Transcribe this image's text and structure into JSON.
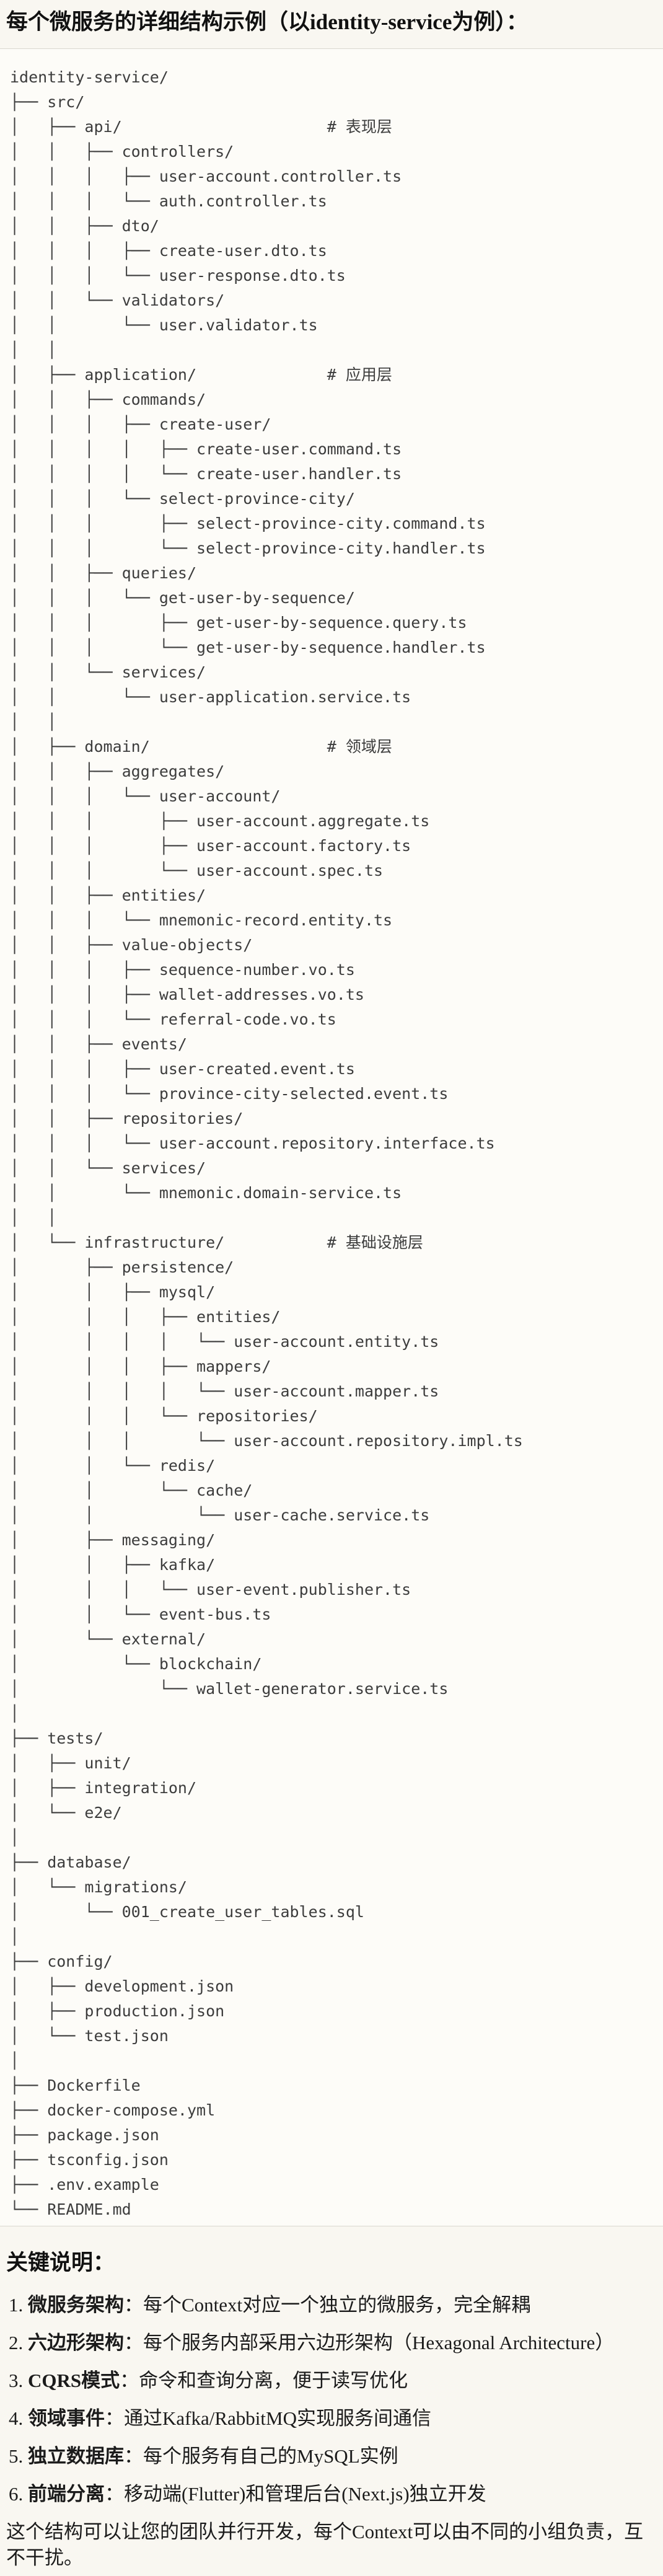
{
  "title": "每个微服务的详细结构示例（以identity-service为例）：",
  "tree": {
    "lines": [
      "identity-service/",
      "├── src/",
      "│   ├── api/                      # 表现层",
      "│   │   ├── controllers/",
      "│   │   │   ├── user-account.controller.ts",
      "│   │   │   └── auth.controller.ts",
      "│   │   ├── dto/",
      "│   │   │   ├── create-user.dto.ts",
      "│   │   │   └── user-response.dto.ts",
      "│   │   └── validators/",
      "│   │       └── user.validator.ts",
      "│   │",
      "│   ├── application/              # 应用层",
      "│   │   ├── commands/",
      "│   │   │   ├── create-user/",
      "│   │   │   │   ├── create-user.command.ts",
      "│   │   │   │   └── create-user.handler.ts",
      "│   │   │   └── select-province-city/",
      "│   │   │       ├── select-province-city.command.ts",
      "│   │   │       └── select-province-city.handler.ts",
      "│   │   ├── queries/",
      "│   │   │   └── get-user-by-sequence/",
      "│   │   │       ├── get-user-by-sequence.query.ts",
      "│   │   │       └── get-user-by-sequence.handler.ts",
      "│   │   └── services/",
      "│   │       └── user-application.service.ts",
      "│   │",
      "│   ├── domain/                   # 领域层",
      "│   │   ├── aggregates/",
      "│   │   │   └── user-account/",
      "│   │   │       ├── user-account.aggregate.ts",
      "│   │   │       ├── user-account.factory.ts",
      "│   │   │       └── user-account.spec.ts",
      "│   │   ├── entities/",
      "│   │   │   └── mnemonic-record.entity.ts",
      "│   │   ├── value-objects/",
      "│   │   │   ├── sequence-number.vo.ts",
      "│   │   │   ├── wallet-addresses.vo.ts",
      "│   │   │   └── referral-code.vo.ts",
      "│   │   ├── events/",
      "│   │   │   ├── user-created.event.ts",
      "│   │   │   └── province-city-selected.event.ts",
      "│   │   ├── repositories/",
      "│   │   │   └── user-account.repository.interface.ts",
      "│   │   └── services/",
      "│   │       └── mnemonic.domain-service.ts",
      "│   │",
      "│   └── infrastructure/           # 基础设施层",
      "│       ├── persistence/",
      "│       │   ├── mysql/",
      "│       │   │   ├── entities/",
      "│       │   │   │   └── user-account.entity.ts",
      "│       │   │   ├── mappers/",
      "│       │   │   │   └── user-account.mapper.ts",
      "│       │   │   └── repositories/",
      "│       │   │       └── user-account.repository.impl.ts",
      "│       │   └── redis/",
      "│       │       └── cache/",
      "│       │           └── user-cache.service.ts",
      "│       ├── messaging/",
      "│       │   ├── kafka/",
      "│       │   │   └── user-event.publisher.ts",
      "│       │   └── event-bus.ts",
      "│       └── external/",
      "│           └── blockchain/",
      "│               └── wallet-generator.service.ts",
      "│",
      "├── tests/",
      "│   ├── unit/",
      "│   ├── integration/",
      "│   └── e2e/",
      "│",
      "├── database/",
      "│   └── migrations/",
      "│       └── 001_create_user_tables.sql",
      "│",
      "├── config/",
      "│   ├── development.json",
      "│   ├── production.json",
      "│   └── test.json",
      "│",
      "├── Dockerfile",
      "├── docker-compose.yml",
      "├── package.json",
      "├── tsconfig.json",
      "├── .env.example",
      "└── README.md"
    ]
  },
  "notes": {
    "heading": "关键说明：",
    "items": [
      {
        "num": "1.",
        "label": "微服务架构",
        "text": "：每个Context对应一个独立的微服务，完全解耦"
      },
      {
        "num": "2.",
        "label": "六边形架构",
        "text": "：每个服务内部采用六边形架构（Hexagonal Architecture）"
      },
      {
        "num": "3.",
        "label": "CQRS模式",
        "text": "：命令和查询分离，便于读写优化"
      },
      {
        "num": "4.",
        "label": "领域事件",
        "text": "：通过Kafka/RabbitMQ实现服务间通信"
      },
      {
        "num": "5.",
        "label": "独立数据库",
        "text": "：每个服务有自己的MySQL实例"
      },
      {
        "num": "6.",
        "label": "前端分离",
        "text": "：移动端(Flutter)和管理后台(Next.js)独立开发"
      }
    ]
  },
  "closing": "这个结构可以让您的团队并行开发，每个Context可以由不同的小组负责，互不干扰。"
}
